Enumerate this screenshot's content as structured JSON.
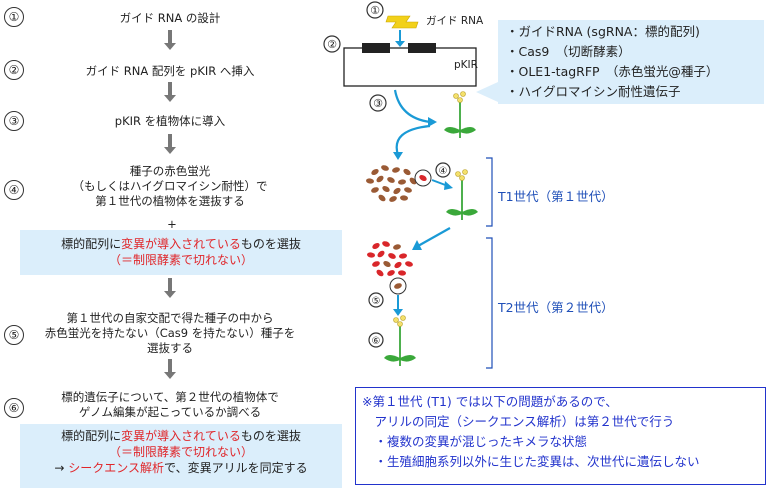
{
  "steps": [
    {
      "num": "①",
      "text": "ガイド RNA の設計"
    },
    {
      "num": "②",
      "text": "ガイド RNA 配列を pKIR へ挿入"
    },
    {
      "num": "③",
      "text": "pKIR を植物体に導入"
    },
    {
      "num": "④",
      "line1": "種子の赤色蛍光",
      "line2": "（もしくはハイグロマイシン耐性）で",
      "line3": "第１世代の植物体を選抜する",
      "plus": "+",
      "box_line1_pre": "標的配列に",
      "box_line1_red": "変異が導入されている",
      "box_line1_post": "ものを選抜",
      "box_line2": "（＝制限酵素で切れない）"
    },
    {
      "num": "⑤",
      "line1": "第１世代の自家交配で得た種子の中から",
      "line2": "赤色蛍光を持たない（Cas9 を持たない）種子を",
      "line3": "選抜する"
    },
    {
      "num": "⑥",
      "line1": "標的遺伝子について、第２世代の植物体で",
      "line2": "ゲノム編集が起こっているか調べる",
      "box_line1_pre": "標的配列に",
      "box_line1_red": "変異が導入されている",
      "box_line1_post": "ものを選抜",
      "box_line2": "（＝制限酵素で切れない）",
      "box_line3_pre": "→ ",
      "box_line3_red": "シークエンス解析",
      "box_line3_post": "で、変異アリルを同定する"
    }
  ],
  "diagram": {
    "marker1": "①",
    "marker2": "②",
    "marker3": "③",
    "marker4": "④",
    "marker5": "⑤",
    "marker6": "⑥",
    "guide_label": "ガイド RNA",
    "vector_label": "pKIR"
  },
  "vector_info": [
    "・ガイドRNA (sgRNA：標的配列)",
    "・Cas9　（切断酵素）",
    "・OLE1-tagRFP　（赤色蛍光@種子）",
    "・ハイグロマイシン耐性遺伝子"
  ],
  "generations": {
    "t1": "T1世代（第１世代）",
    "t2": "T2世代（第２世代）"
  },
  "note": {
    "line1": "※第１世代 (T1) では以下の問題があるので、",
    "line2": "　アリルの同定（シークエンス解析）は第２世代で行う",
    "line3": "　・複数の変異が混じったキメラな状態",
    "line4": "　・生殖細胞系列以外に生じた変異は、次世代に遺伝しない"
  },
  "colors": {
    "arrow_gray": "#777777",
    "arrow_blue": "#1a9ad6",
    "highlight_red": "#e0262a",
    "box_blue": "#dbeefb",
    "gen_blue": "#1f4fb8",
    "note_blue": "#2233cc",
    "seed_brown": "#9a5a35",
    "seed_red": "#d9262a",
    "plant_green": "#3aa83a",
    "flower_yellow": "#f4e06a"
  }
}
